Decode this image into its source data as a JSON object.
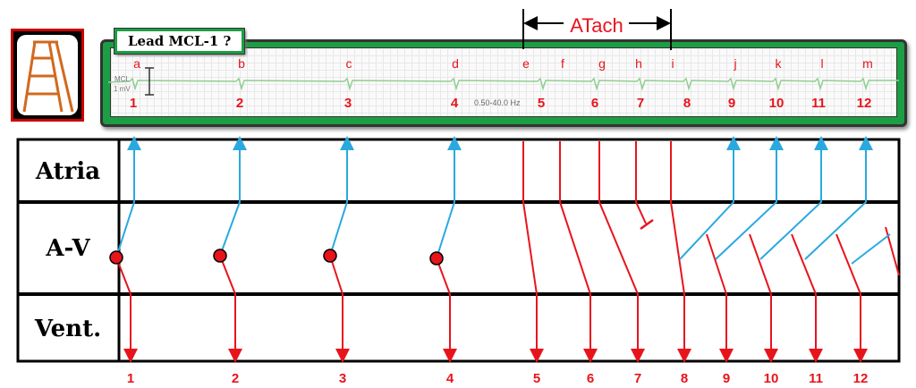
{
  "strip": {
    "title": "Lead MCL-1 ?",
    "lead_label": "MCL",
    "scale_label": "1 mV",
    "filter_label": "0.50-40.0 Hz",
    "p_labels": [
      "a",
      "b",
      "c",
      "d",
      "e",
      "f",
      "g",
      "h",
      "i",
      "j",
      "k",
      "l",
      "m"
    ],
    "qrs_labels": [
      "1",
      "2",
      "3",
      "4",
      "5",
      "6",
      "7",
      "8",
      "9",
      "10",
      "11",
      "12"
    ]
  },
  "annotation": {
    "label": "ATach"
  },
  "ladder": {
    "rows": [
      "Atria",
      "A-V",
      "Vent."
    ],
    "beat_labels": [
      "1",
      "2",
      "3",
      "4",
      "5",
      "6",
      "7",
      "8",
      "9",
      "10",
      "11",
      "12"
    ]
  },
  "colors": {
    "antegrade": "#e8141c",
    "retrograde": "#29a9e0",
    "strip_border": "#1c9e45"
  }
}
